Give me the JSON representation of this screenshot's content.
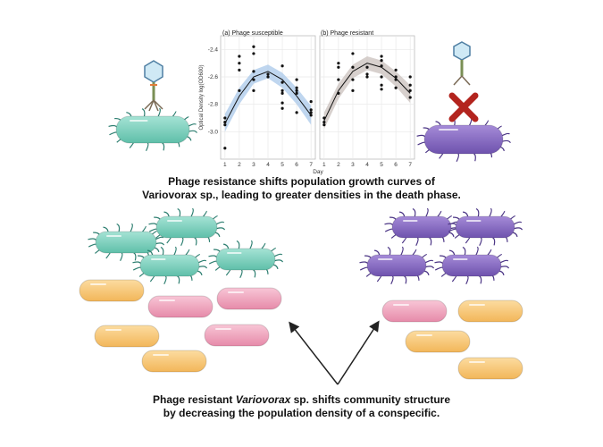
{
  "caption_top_line1": "Phage resistance shifts population growth curves of",
  "caption_top_line2": "Variovorax sp., leading to greater densities in the death phase.",
  "caption_bottom_line1_pre": "Phage resistant ",
  "caption_bottom_line1_italic": "Variovorax",
  "caption_bottom_line1_post": " sp. shifts community structure",
  "caption_bottom_line2": "by decreasing the population density of a conspecific.",
  "colors": {
    "teal_bacterium": "#7fd1c0",
    "purple_bacterium": "#8c6fc4",
    "orange_bacterium": "#f8c97c",
    "pink_bacterium": "#f2a9c1",
    "blue_band": "#a9c8ea",
    "grey_band": "#c9c0bc",
    "red_cross": "#b3241e",
    "phage_head": "#cfe9f5"
  },
  "icons": {
    "left_phage": "phage-icon",
    "right_phage": "phage-icon",
    "cross": "red-x-icon"
  },
  "chart_data": [
    {
      "type": "scatter",
      "title": "(a) Phage susceptible",
      "xlabel": "Day",
      "ylabel": "Optical Density log(OD600)",
      "xlim": [
        0.7,
        7.3
      ],
      "ylim": [
        -3.2,
        -2.3
      ],
      "xticks": [
        1,
        2,
        3,
        4,
        5,
        6,
        7
      ],
      "yticks": [
        -2.4,
        -2.6,
        -2.8,
        -3.0
      ],
      "ytick_labels": [
        "-2.4",
        "-2.6",
        "-2.8",
        "-3.0"
      ],
      "grid": true,
      "band_color": "#a9c8ea",
      "fit": [
        [
          1,
          -2.94
        ],
        [
          2,
          -2.74
        ],
        [
          3,
          -2.6
        ],
        [
          4,
          -2.56
        ],
        [
          5,
          -2.62
        ],
        [
          6,
          -2.74
        ],
        [
          7,
          -2.88
        ]
      ],
      "band": [
        [
          1,
          -2.87,
          -3.0
        ],
        [
          2,
          -2.68,
          -2.8
        ],
        [
          3,
          -2.55,
          -2.65
        ],
        [
          4,
          -2.51,
          -2.61
        ],
        [
          5,
          -2.57,
          -2.68
        ],
        [
          6,
          -2.68,
          -2.8
        ],
        [
          7,
          -2.81,
          -2.95
        ]
      ],
      "points": [
        [
          1,
          -2.9
        ],
        [
          1,
          -2.93
        ],
        [
          1,
          -2.95
        ],
        [
          1,
          -3.12
        ],
        [
          2,
          -2.45
        ],
        [
          2,
          -2.5
        ],
        [
          2,
          -2.55
        ],
        [
          2,
          -2.7
        ],
        [
          3,
          -2.38
        ],
        [
          3,
          -2.43
        ],
        [
          3,
          -2.56
        ],
        [
          3,
          -2.62
        ],
        [
          3,
          -2.7
        ],
        [
          4,
          -2.58
        ],
        [
          4,
          -2.6
        ],
        [
          5,
          -2.52
        ],
        [
          5,
          -2.64
        ],
        [
          5,
          -2.7
        ],
        [
          5,
          -2.72
        ],
        [
          5,
          -2.79
        ],
        [
          5,
          -2.83
        ],
        [
          6,
          -2.62
        ],
        [
          6,
          -2.68
        ],
        [
          6,
          -2.7
        ],
        [
          6,
          -2.72
        ],
        [
          6,
          -2.86
        ],
        [
          7,
          -2.78
        ],
        [
          7,
          -2.84
        ],
        [
          7,
          -2.86
        ],
        [
          7,
          -2.88
        ]
      ]
    },
    {
      "type": "scatter",
      "title": "(b) Phage resistant",
      "xlabel": "",
      "ylabel": "",
      "xlim": [
        0.7,
        7.3
      ],
      "ylim": [
        -3.2,
        -2.3
      ],
      "xticks": [
        1,
        2,
        3,
        4,
        5,
        6,
        7
      ],
      "grid": true,
      "band_color": "#c9c0bc",
      "fit": [
        [
          1,
          -2.92
        ],
        [
          2,
          -2.7
        ],
        [
          3,
          -2.56
        ],
        [
          4,
          -2.5
        ],
        [
          5,
          -2.53
        ],
        [
          6,
          -2.61
        ],
        [
          7,
          -2.72
        ]
      ],
      "band": [
        [
          1,
          -2.86,
          -2.98
        ],
        [
          2,
          -2.65,
          -2.76
        ],
        [
          3,
          -2.51,
          -2.61
        ],
        [
          4,
          -2.45,
          -2.55
        ],
        [
          5,
          -2.48,
          -2.58
        ],
        [
          6,
          -2.56,
          -2.67
        ],
        [
          7,
          -2.66,
          -2.79
        ]
      ],
      "points": [
        [
          1,
          -2.9
        ],
        [
          1,
          -2.93
        ],
        [
          1,
          -2.95
        ],
        [
          2,
          -2.5
        ],
        [
          2,
          -2.53
        ],
        [
          2,
          -2.62
        ],
        [
          2,
          -2.72
        ],
        [
          3,
          -2.43
        ],
        [
          3,
          -2.53
        ],
        [
          3,
          -2.62
        ],
        [
          3,
          -2.7
        ],
        [
          4,
          -2.53
        ],
        [
          4,
          -2.58
        ],
        [
          4,
          -2.6
        ],
        [
          5,
          -2.45
        ],
        [
          5,
          -2.48
        ],
        [
          5,
          -2.52
        ],
        [
          5,
          -2.6
        ],
        [
          5,
          -2.66
        ],
        [
          5,
          -2.69
        ],
        [
          6,
          -2.55
        ],
        [
          6,
          -2.6
        ],
        [
          6,
          -2.62
        ],
        [
          6,
          -2.68
        ],
        [
          7,
          -2.6
        ],
        [
          7,
          -2.66
        ],
        [
          7,
          -2.7
        ],
        [
          7,
          -2.75
        ]
      ]
    }
  ]
}
